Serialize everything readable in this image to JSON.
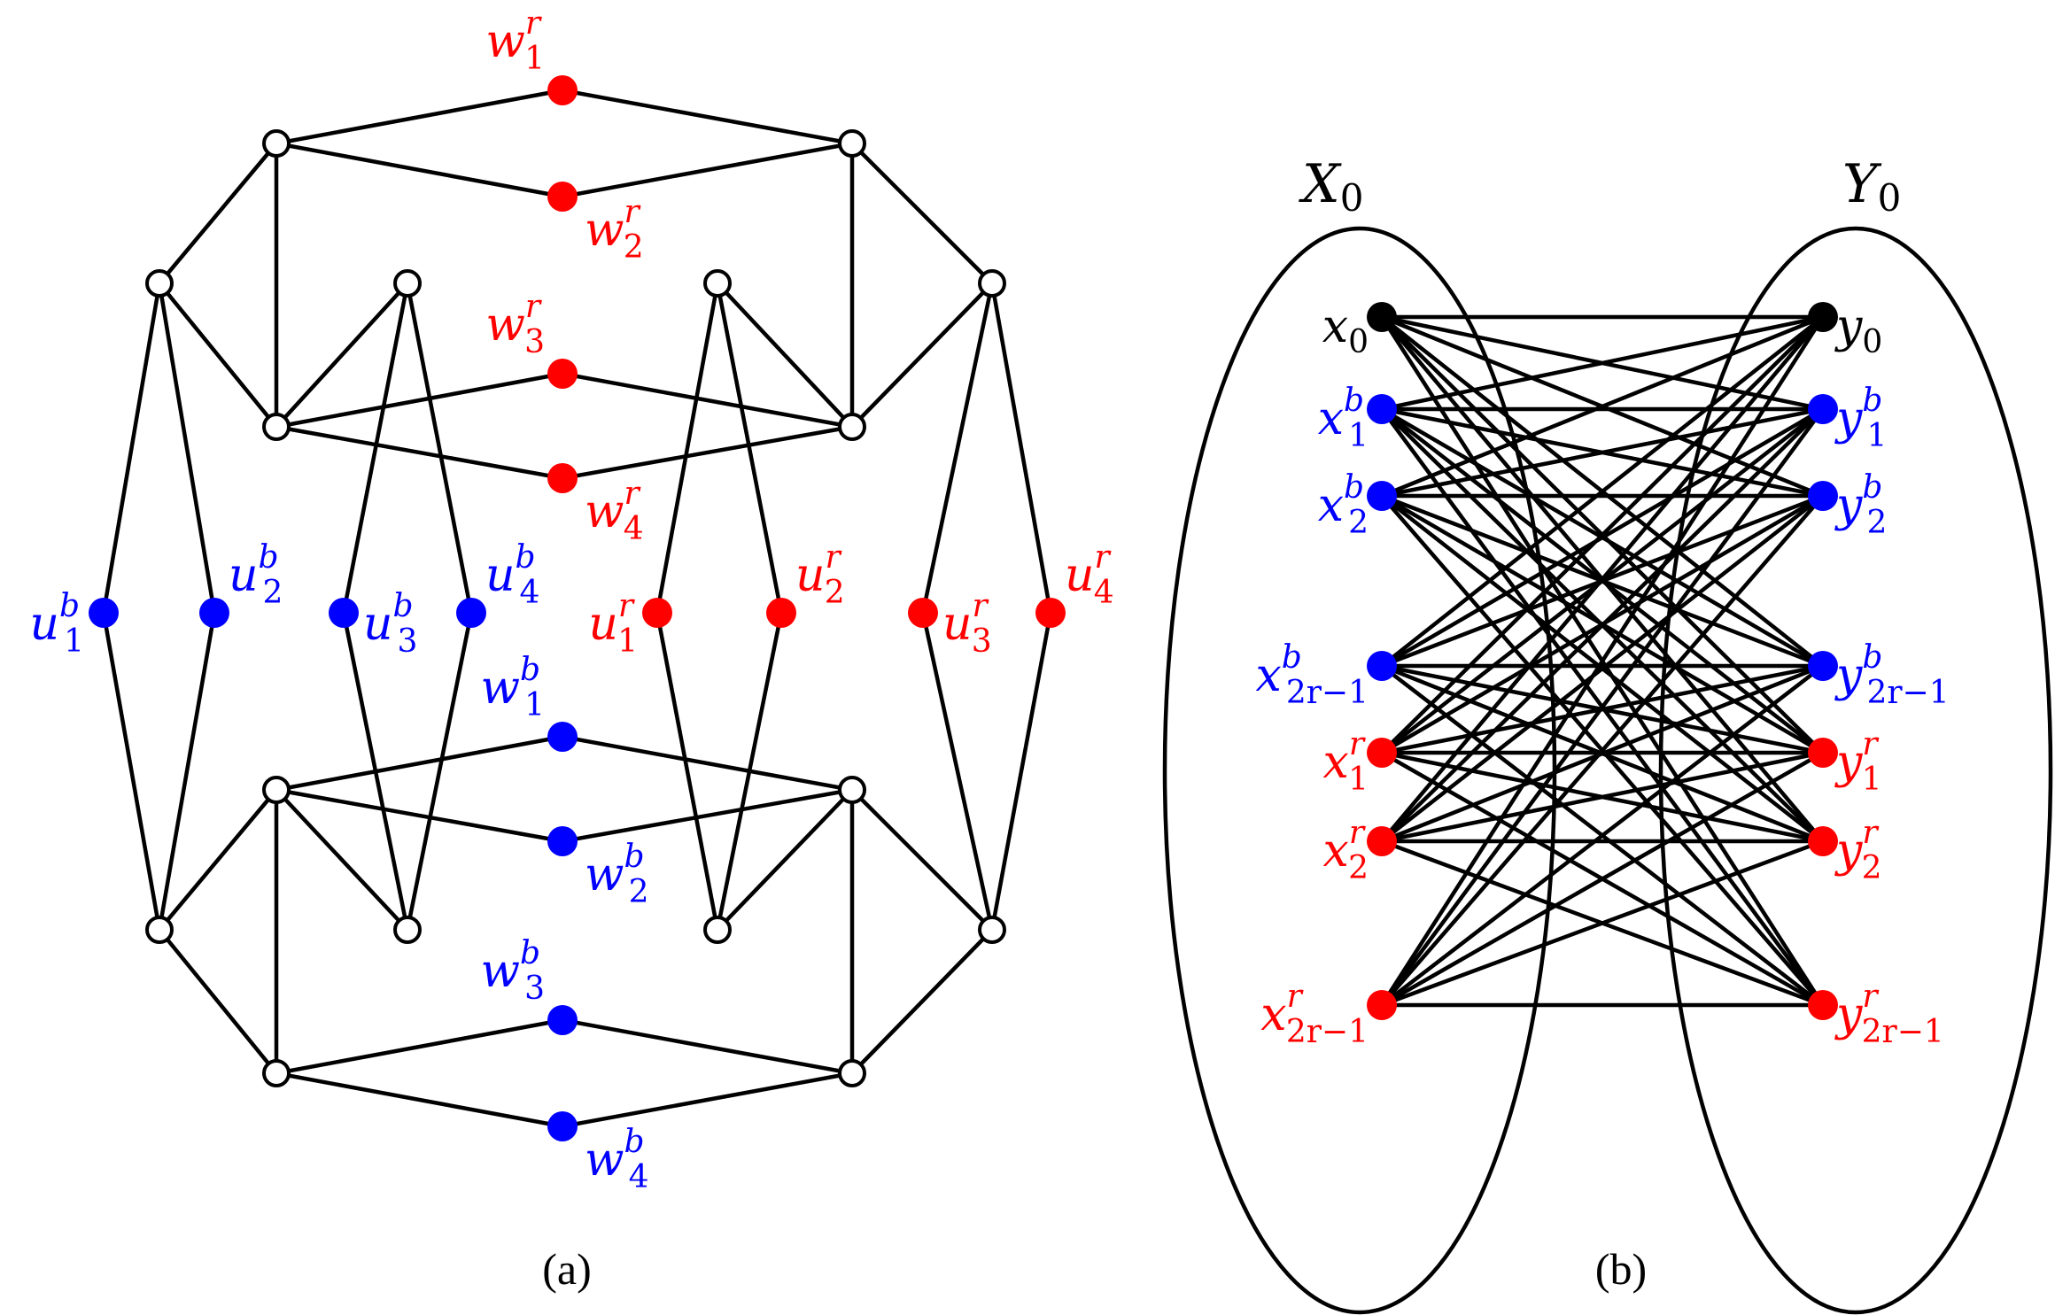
{
  "colors": {
    "red": "#ff0000",
    "blue": "#0000ff",
    "black": "#000000",
    "white": "#ffffff"
  },
  "captions": {
    "a": "(a)",
    "b": "(b)"
  },
  "panel_b": {
    "set_x": {
      "base": "X",
      "sub": "0"
    },
    "set_y": {
      "base": "Y",
      "sub": "0"
    }
  },
  "nodes": [
    {
      "id": "a_w1r",
      "color": "red",
      "label": {
        "base": "w",
        "sup": "r",
        "sub": "1"
      }
    },
    {
      "id": "a_w2r",
      "color": "red",
      "label": {
        "base": "w",
        "sup": "r",
        "sub": "2"
      }
    },
    {
      "id": "a_w3r",
      "color": "red",
      "label": {
        "base": "w",
        "sup": "r",
        "sub": "3"
      }
    },
    {
      "id": "a_w4r",
      "color": "red",
      "label": {
        "base": "w",
        "sup": "r",
        "sub": "4"
      }
    },
    {
      "id": "a_w1b",
      "color": "blue",
      "label": {
        "base": "w",
        "sup": "b",
        "sub": "1"
      }
    },
    {
      "id": "a_w2b",
      "color": "blue",
      "label": {
        "base": "w",
        "sup": "b",
        "sub": "2"
      }
    },
    {
      "id": "a_w3b",
      "color": "blue",
      "label": {
        "base": "w",
        "sup": "b",
        "sub": "3"
      }
    },
    {
      "id": "a_w4b",
      "color": "blue",
      "label": {
        "base": "w",
        "sup": "b",
        "sub": "4"
      }
    },
    {
      "id": "a_u1b",
      "color": "blue",
      "label": {
        "base": "u",
        "sup": "b",
        "sub": "1"
      }
    },
    {
      "id": "a_u2b",
      "color": "blue",
      "label": {
        "base": "u",
        "sup": "b",
        "sub": "2"
      }
    },
    {
      "id": "a_u3b",
      "color": "blue",
      "label": {
        "base": "u",
        "sup": "b",
        "sub": "3"
      }
    },
    {
      "id": "a_u4b",
      "color": "blue",
      "label": {
        "base": "u",
        "sup": "b",
        "sub": "4"
      }
    },
    {
      "id": "a_u1r",
      "color": "red",
      "label": {
        "base": "u",
        "sup": "r",
        "sub": "1"
      }
    },
    {
      "id": "a_u2r",
      "color": "red",
      "label": {
        "base": "u",
        "sup": "r",
        "sub": "2"
      }
    },
    {
      "id": "a_u3r",
      "color": "red",
      "label": {
        "base": "u",
        "sup": "r",
        "sub": "3"
      }
    },
    {
      "id": "a_u4r",
      "color": "red",
      "label": {
        "base": "u",
        "sup": "r",
        "sub": "4"
      }
    },
    {
      "id": "a_o1",
      "color": "white"
    },
    {
      "id": "a_o2",
      "color": "white"
    },
    {
      "id": "a_o3",
      "color": "white"
    },
    {
      "id": "a_o4",
      "color": "white"
    },
    {
      "id": "a_o5",
      "color": "white"
    },
    {
      "id": "a_o6",
      "color": "white"
    },
    {
      "id": "a_o7",
      "color": "white"
    },
    {
      "id": "a_o8",
      "color": "white"
    },
    {
      "id": "a_o9",
      "color": "white"
    },
    {
      "id": "a_o10",
      "color": "white"
    },
    {
      "id": "a_o11",
      "color": "white"
    },
    {
      "id": "a_o12",
      "color": "white"
    },
    {
      "id": "a_o13",
      "color": "white"
    },
    {
      "id": "a_o14",
      "color": "white"
    },
    {
      "id": "a_o15",
      "color": "white"
    },
    {
      "id": "a_o16",
      "color": "white"
    },
    {
      "id": "b_x0",
      "color": "black",
      "label": {
        "base": "x",
        "sub": "0"
      }
    },
    {
      "id": "b_x1b",
      "color": "blue",
      "label": {
        "base": "x",
        "sup": "b",
        "sub": "1"
      }
    },
    {
      "id": "b_x2b",
      "color": "blue",
      "label": {
        "base": "x",
        "sup": "b",
        "sub": "2"
      }
    },
    {
      "id": "b_xnb",
      "color": "blue",
      "label": {
        "base": "x",
        "sup": "b",
        "sub": "2r−1"
      }
    },
    {
      "id": "b_x1r",
      "color": "red",
      "label": {
        "base": "x",
        "sup": "r",
        "sub": "1"
      }
    },
    {
      "id": "b_x2r",
      "color": "red",
      "label": {
        "base": "x",
        "sup": "r",
        "sub": "2"
      }
    },
    {
      "id": "b_xnr",
      "color": "red",
      "label": {
        "base": "x",
        "sup": "r",
        "sub": "2r−1"
      }
    },
    {
      "id": "b_y0",
      "color": "black",
      "label": {
        "base": "y",
        "sub": "0"
      }
    },
    {
      "id": "b_y1b",
      "color": "blue",
      "label": {
        "base": "y",
        "sup": "b",
        "sub": "1"
      }
    },
    {
      "id": "b_y2b",
      "color": "blue",
      "label": {
        "base": "y",
        "sup": "b",
        "sub": "2"
      }
    },
    {
      "id": "b_ynb",
      "color": "blue",
      "label": {
        "base": "y",
        "sup": "b",
        "sub": "2r−1"
      }
    },
    {
      "id": "b_y1r",
      "color": "red",
      "label": {
        "base": "y",
        "sup": "r",
        "sub": "1"
      }
    },
    {
      "id": "b_y2r",
      "color": "red",
      "label": {
        "base": "y",
        "sup": "r",
        "sub": "2"
      }
    },
    {
      "id": "b_ynr",
      "color": "red",
      "label": {
        "base": "y",
        "sup": "r",
        "sub": "2r−1"
      }
    }
  ],
  "edges_a": [
    [
      "a_o1",
      "a_w1r"
    ],
    [
      "a_o1",
      "a_w2r"
    ],
    [
      "a_o2",
      "a_w1r"
    ],
    [
      "a_o2",
      "a_w2r"
    ],
    [
      "a_o7",
      "a_w3r"
    ],
    [
      "a_o7",
      "a_w4r"
    ],
    [
      "a_o8",
      "a_w3r"
    ],
    [
      "a_o8",
      "a_w4r"
    ],
    [
      "a_o9",
      "a_w1b"
    ],
    [
      "a_o9",
      "a_w2b"
    ],
    [
      "a_o10",
      "a_w1b"
    ],
    [
      "a_o10",
      "a_w2b"
    ],
    [
      "a_o15",
      "a_w3b"
    ],
    [
      "a_o15",
      "a_w4b"
    ],
    [
      "a_o16",
      "a_w3b"
    ],
    [
      "a_o16",
      "a_w4b"
    ],
    [
      "a_o1",
      "a_o3"
    ],
    [
      "a_o1",
      "a_o7"
    ],
    [
      "a_o2",
      "a_o6"
    ],
    [
      "a_o2",
      "a_o8"
    ],
    [
      "a_o3",
      "a_o7"
    ],
    [
      "a_o4",
      "a_o7"
    ],
    [
      "a_o5",
      "a_o8"
    ],
    [
      "a_o6",
      "a_o8"
    ],
    [
      "a_o3",
      "a_u1b"
    ],
    [
      "a_o3",
      "a_u2b"
    ],
    [
      "a_o4",
      "a_u3b"
    ],
    [
      "a_o4",
      "a_u4b"
    ],
    [
      "a_o5",
      "a_u1r"
    ],
    [
      "a_o5",
      "a_u2r"
    ],
    [
      "a_o6",
      "a_u3r"
    ],
    [
      "a_o6",
      "a_u4r"
    ],
    [
      "a_u1b",
      "a_o11"
    ],
    [
      "a_u2b",
      "a_o11"
    ],
    [
      "a_u3b",
      "a_o12"
    ],
    [
      "a_u4b",
      "a_o12"
    ],
    [
      "a_u1r",
      "a_o13"
    ],
    [
      "a_u2r",
      "a_o13"
    ],
    [
      "a_u3r",
      "a_o14"
    ],
    [
      "a_u4r",
      "a_o14"
    ],
    [
      "a_o9",
      "a_o11"
    ],
    [
      "a_o9",
      "a_o12"
    ],
    [
      "a_o9",
      "a_o15"
    ],
    [
      "a_o10",
      "a_o13"
    ],
    [
      "a_o10",
      "a_o14"
    ],
    [
      "a_o10",
      "a_o16"
    ],
    [
      "a_o11",
      "a_o15"
    ],
    [
      "a_o14",
      "a_o16"
    ]
  ],
  "edges_b": {
    "x_nodes": [
      "b_x0",
      "b_x1b",
      "b_x2b",
      "b_xnb",
      "b_x1r",
      "b_x2r",
      "b_xnr"
    ],
    "y_nodes": [
      "b_y0",
      "b_y1b",
      "b_y2b",
      "b_ynb",
      "b_y1r",
      "b_y2r",
      "b_ynr"
    ],
    "complete_bipartite": true
  }
}
